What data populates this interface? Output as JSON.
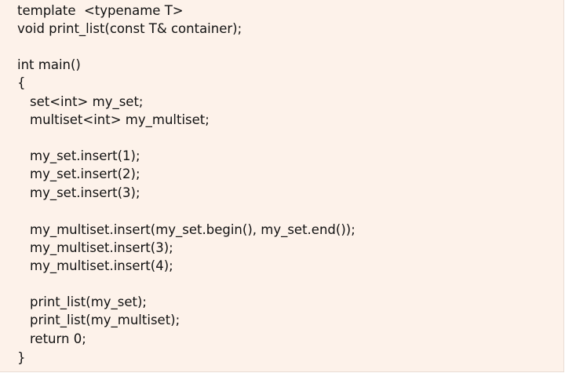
{
  "code": {
    "lines": [
      "template  <typename T>",
      "void print_list(const T& container);",
      "",
      "int main()",
      "{",
      "set<int> my_set;",
      "multiset<int> my_multiset;",
      "",
      "my_set.insert(1);",
      "my_set.insert(2);",
      "my_set.insert(3);",
      "",
      "my_multiset.insert(my_set.begin(), my_set.end());",
      "my_multiset.insert(3);",
      "my_multiset.insert(4);",
      "",
      "print_list(my_set);",
      "print_list(my_multiset);",
      "return 0;",
      "}"
    ]
  },
  "colors": {
    "background": "#fdf2ea",
    "text": "#111111"
  }
}
